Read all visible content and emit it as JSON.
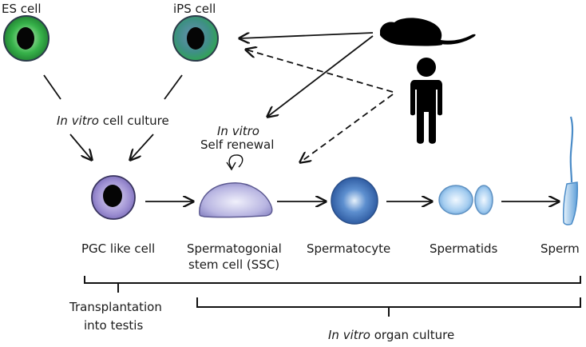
{
  "labels": {
    "es_cell": "ES cell",
    "ips_cell": "iPS cell",
    "in_vitro_italic": "In vitro",
    "cell_culture": " cell culture",
    "self_renewal_italic": "In vitro",
    "self_renewal": "Self renewal",
    "pgc": "PGC like cell",
    "ssc_line1": "Spermatogonial",
    "ssc_line2": "stem cell (SSC)",
    "spermatocyte": "Spermatocyte",
    "spermatids": "Spermatids",
    "sperm": "Sperm",
    "transplant_line1": "Transplantation",
    "transplant_line2": "into testis",
    "organ_italic": "In vitro",
    "organ_culture": " organ culture"
  },
  "icons": {
    "mouse": "mouse-silhouette-icon",
    "human": "human-silhouette-icon"
  },
  "colors": {
    "es_fill": "#2fae3f",
    "ips_fill": "#3f8f86",
    "pgc_fill": "#8e7fc6",
    "ssc_fill": "#b7b4e0",
    "spermatocyte_fill": "#3e6fb4",
    "spermatid_fill": "#8fc2ea",
    "sperm_fill": "#7bb7e6"
  }
}
